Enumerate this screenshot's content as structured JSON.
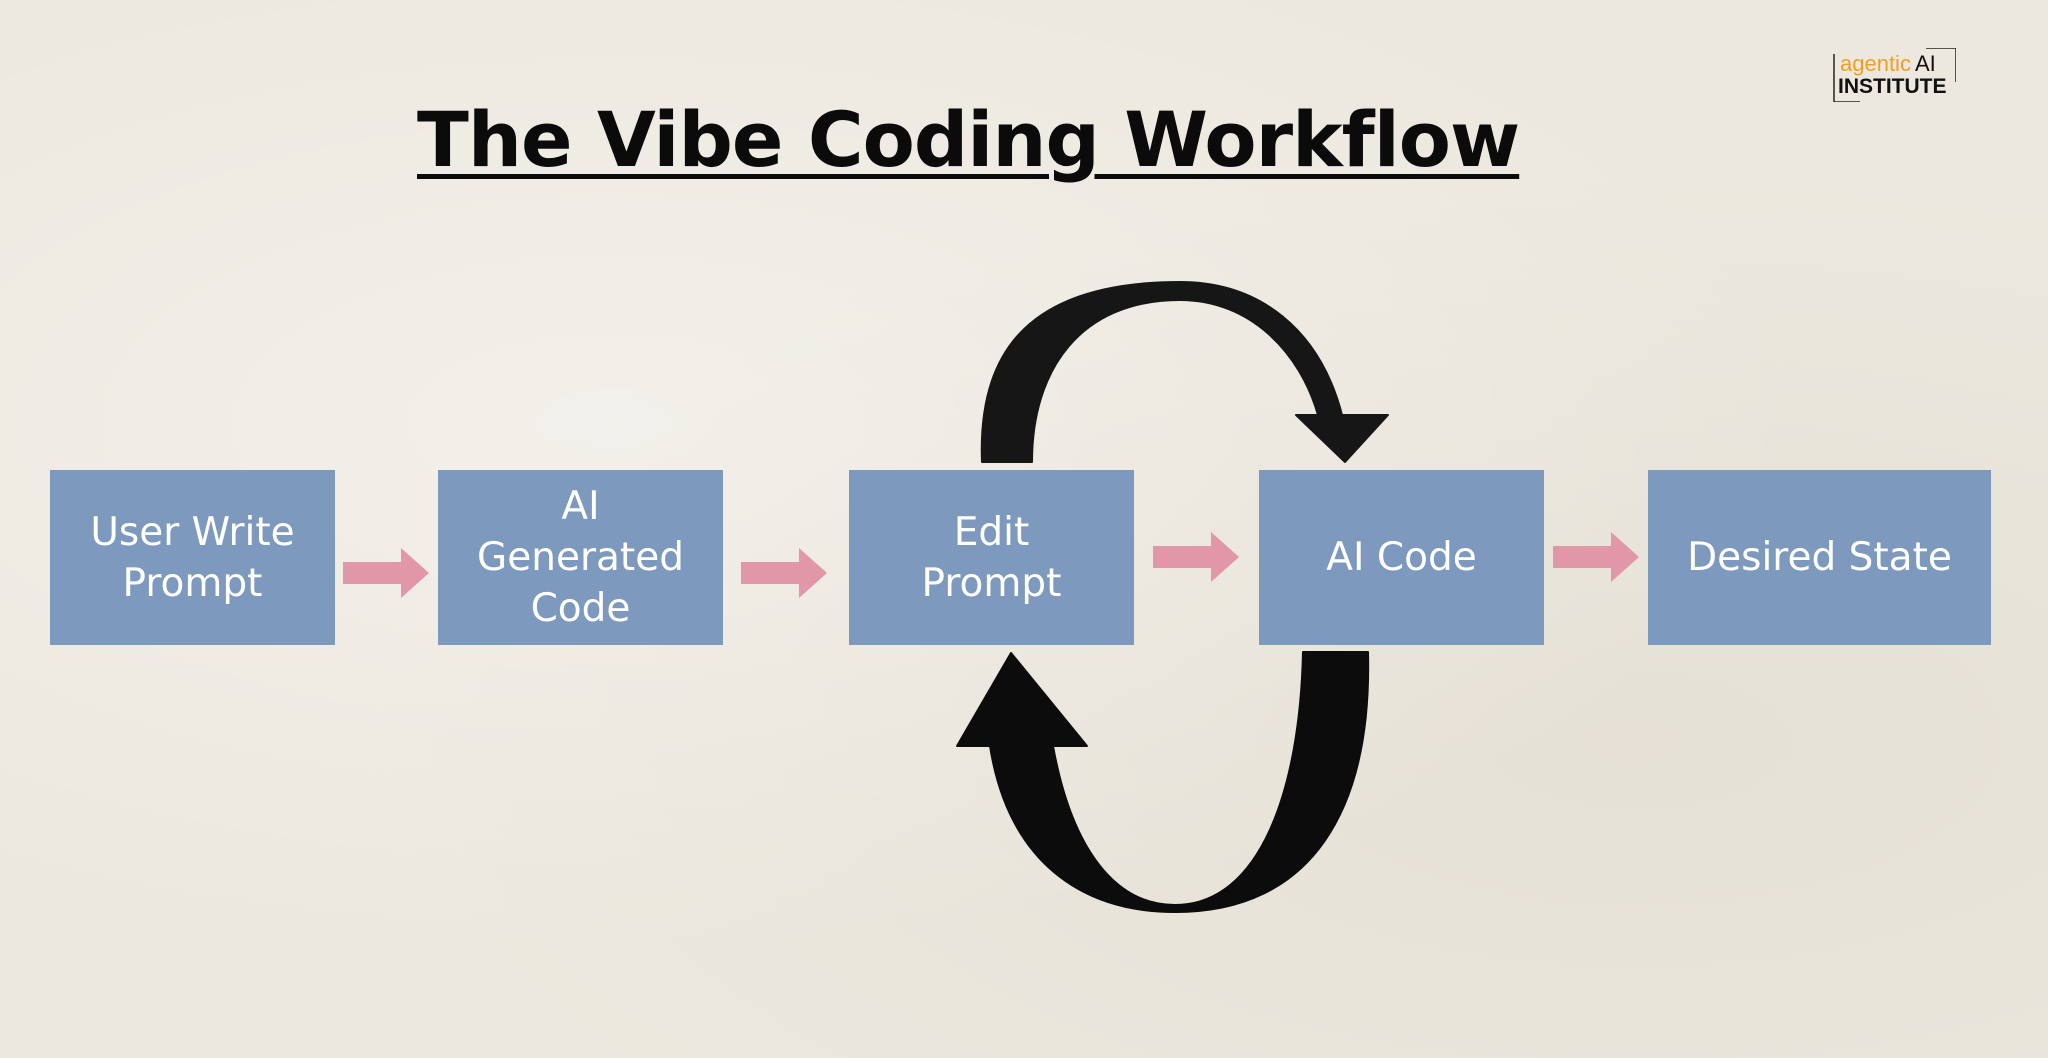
{
  "title": "The Vibe Coding Workflow",
  "logo": {
    "word_agentic": "agentic",
    "word_ai": "AI",
    "word_institute": "INSTITUTE"
  },
  "steps": [
    {
      "lines": [
        "User Write",
        "Prompt"
      ]
    },
    {
      "lines": [
        "AI",
        "Generated",
        "Code"
      ]
    },
    {
      "lines": [
        "Edit",
        "Prompt"
      ]
    },
    {
      "lines": [
        "AI Code"
      ]
    },
    {
      "lines": [
        "Desired State"
      ]
    }
  ],
  "colors": {
    "box_fill": "#7d99bd",
    "box_text": "#ffffff",
    "flow_arrow": "#e297a8",
    "loop_arrow": "#111111",
    "logo_accent": "#f0a020"
  },
  "icons": {
    "flow_connector": "right-arrow-icon",
    "loop_forward": "curved-arrow-icon",
    "loop_back": "curved-arrow-icon"
  }
}
